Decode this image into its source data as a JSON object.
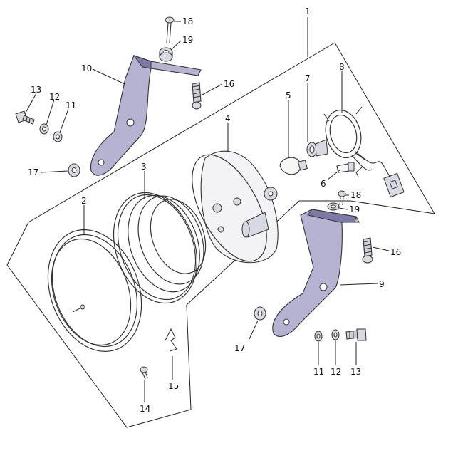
{
  "diagram": {
    "callouts": {
      "c1": "1",
      "c2": "2",
      "c3": "3",
      "c4": "4",
      "c5": "5",
      "c6": "6",
      "c7": "7",
      "c8": "8",
      "c9": "9",
      "c10": "10",
      "c11_left": "11",
      "c11_right": "11",
      "c12_left": "12",
      "c12_right": "12",
      "c13_left": "13",
      "c13_right": "13",
      "c14": "14",
      "c15": "15",
      "c16_top": "16",
      "c16_right": "16",
      "c17_left": "17",
      "c17_bottom": "17",
      "c18_top": "18",
      "c18_right": "18",
      "c19_top": "19",
      "c19_right": "19"
    }
  }
}
